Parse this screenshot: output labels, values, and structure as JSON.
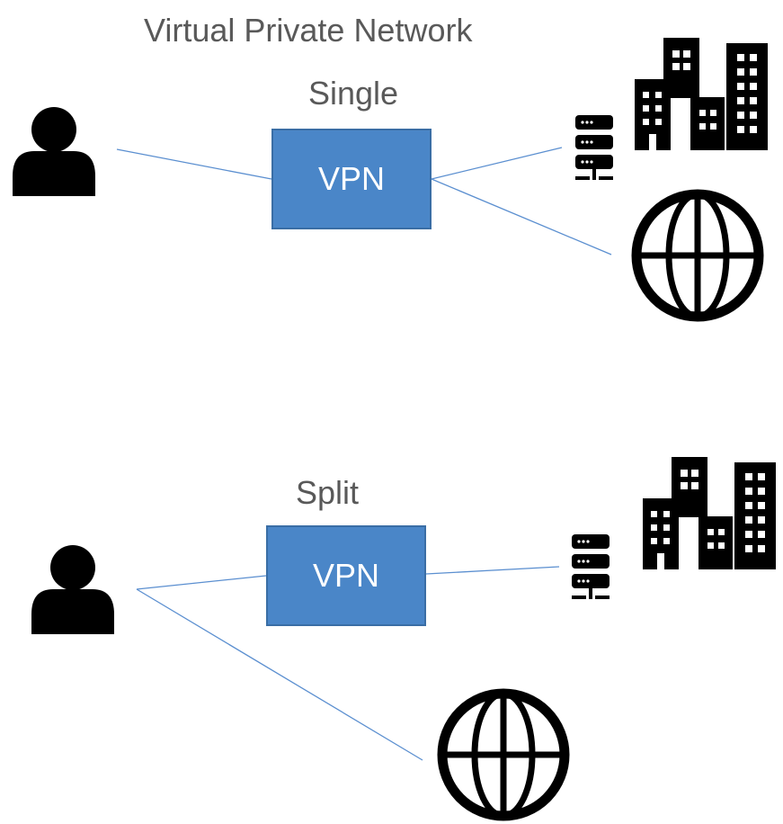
{
  "diagram": {
    "title": "Virtual Private Network",
    "single": {
      "label": "Single",
      "vpn_label": "VPN"
    },
    "split": {
      "label": "Split",
      "vpn_label": "VPN"
    }
  },
  "colors": {
    "text": "#595959",
    "vpn_fill": "#4a86c8",
    "vpn_border": "#3a6ea5",
    "connector": "#5b8fd0",
    "icon": "#000000"
  },
  "icons": [
    "user-icon",
    "server-icon",
    "buildings-icon",
    "globe-icon"
  ]
}
